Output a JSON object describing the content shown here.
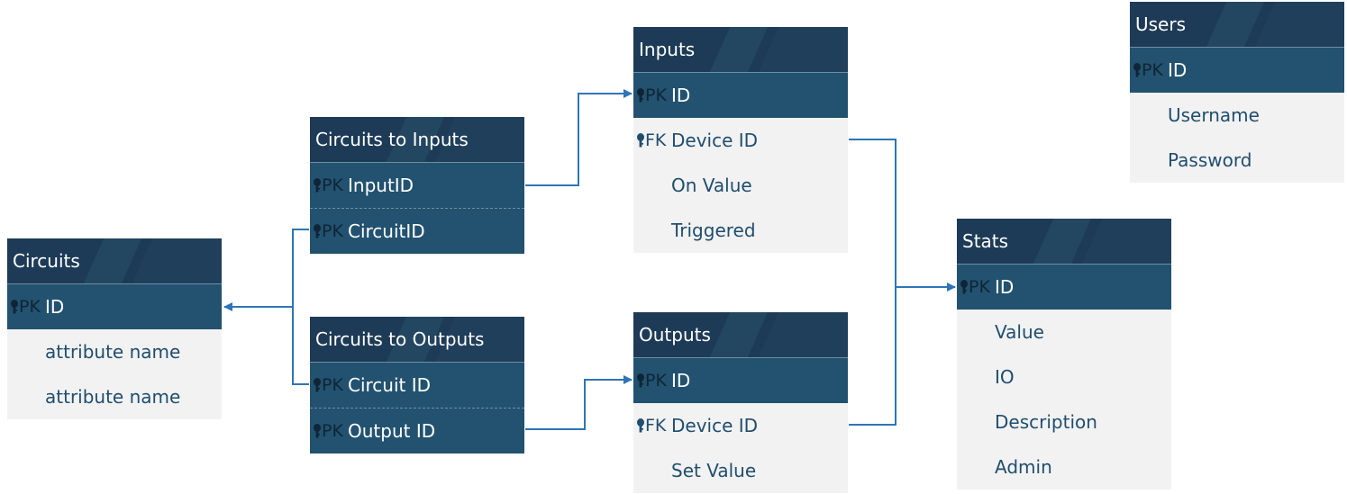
{
  "entities": {
    "circuits": {
      "title": "Circuits",
      "rows": [
        {
          "tag": "PK",
          "name": "ID"
        },
        {
          "tag": "",
          "name": "attribute name"
        },
        {
          "tag": "",
          "name": "attribute name"
        }
      ]
    },
    "circuits_to_inputs": {
      "title": "Circuits to Inputs",
      "rows": [
        {
          "tag": "PK",
          "name": "InputID"
        },
        {
          "tag": "PK",
          "name": "CircuitID"
        }
      ]
    },
    "circuits_to_outputs": {
      "title": "Circuits to Outputs",
      "rows": [
        {
          "tag": "PK",
          "name": "Circuit ID"
        },
        {
          "tag": "PK",
          "name": "Output ID"
        }
      ]
    },
    "inputs": {
      "title": "Inputs",
      "rows": [
        {
          "tag": "PK",
          "name": "ID"
        },
        {
          "tag": "FK",
          "name": "Device ID"
        },
        {
          "tag": "",
          "name": "On Value"
        },
        {
          "tag": "",
          "name": "Triggered"
        }
      ]
    },
    "outputs": {
      "title": "Outputs",
      "rows": [
        {
          "tag": "PK",
          "name": "ID"
        },
        {
          "tag": "FK",
          "name": "Device ID"
        },
        {
          "tag": "",
          "name": "Set Value"
        }
      ]
    },
    "stats": {
      "title": "Stats",
      "rows": [
        {
          "tag": "PK",
          "name": "ID"
        },
        {
          "tag": "",
          "name": "Value"
        },
        {
          "tag": "",
          "name": "IO"
        },
        {
          "tag": "",
          "name": "Description"
        },
        {
          "tag": "",
          "name": "Admin"
        }
      ]
    },
    "users": {
      "title": "Users",
      "rows": [
        {
          "tag": "PK",
          "name": "ID"
        },
        {
          "tag": "",
          "name": "Username"
        },
        {
          "tag": "",
          "name": "Password"
        }
      ]
    }
  },
  "colors": {
    "header": "#1d3b56",
    "key_row": "#22526f",
    "attr_row": "#f2f2f2",
    "attr_text": "#1f4e6e",
    "connector": "#2e75b6"
  },
  "icons": {
    "key": "key-icon"
  }
}
